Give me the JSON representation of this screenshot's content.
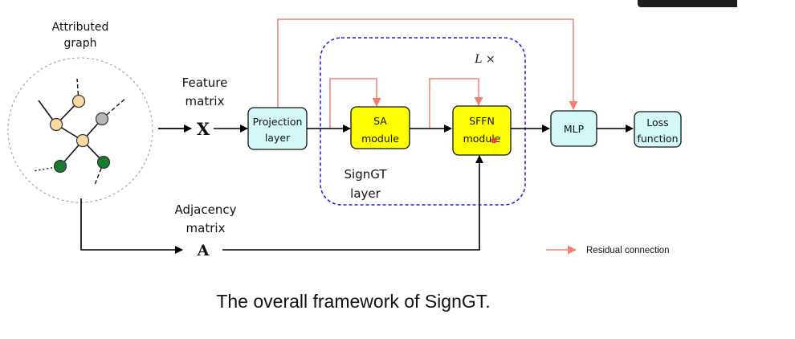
{
  "input": {
    "graph_label_line1": "Attributed",
    "graph_label_line2": "graph",
    "feature_label_line1": "Feature",
    "feature_label_line2": "matrix",
    "feature_symbol": "X",
    "adjacency_label_line1": "Adjacency",
    "adjacency_label_line2": "matrix",
    "adjacency_symbol": "A"
  },
  "blocks": {
    "projection_line1": "Projection",
    "projection_line2": "layer",
    "sa_line1": "SA",
    "sa_line2": "module",
    "sffn_line1": "SFFN",
    "sffn_line2": "module",
    "mlp": "MLP",
    "loss_line1": "Loss",
    "loss_line2": "function"
  },
  "signgt_layer": {
    "repeat_label": "L ×",
    "label_line1": "SignGT",
    "label_line2": "layer"
  },
  "legend": {
    "residual_label": "Residual connection"
  },
  "caption": "The overall framework of SignGT.",
  "colors": {
    "residual": "#f08070",
    "cyan_block": "#d4f8f8",
    "yellow_block": "#ffff00",
    "dashed_border": "#1a1ae6",
    "node_orange": "#fcd9a1",
    "node_gray": "#b5b5b5",
    "node_green": "#1a7a2e"
  }
}
